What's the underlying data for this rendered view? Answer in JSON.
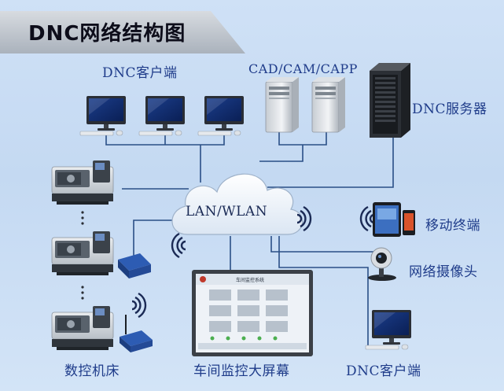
{
  "title": "DNC网络结构图",
  "labels": {
    "dnc_clients_top": "DNC客户端",
    "cad_cam_capp": "CAD/CAM/CAPP",
    "dnc_server": "DNC服务器",
    "cloud": "LAN/WLAN",
    "mobile_terminal": "移动终端",
    "network_camera": "网络摄像头",
    "cnc_machines": "数控机床",
    "workshop_screen": "车间监控大屏幕",
    "dnc_client_bottom": "DNC客户端"
  },
  "screen_content": {
    "header": "车间监控系统"
  },
  "colors": {
    "line": "#2a4f86",
    "label": "#1f3c8a",
    "title_bar": "#b9c0c8",
    "background": "#c8dcf3"
  }
}
